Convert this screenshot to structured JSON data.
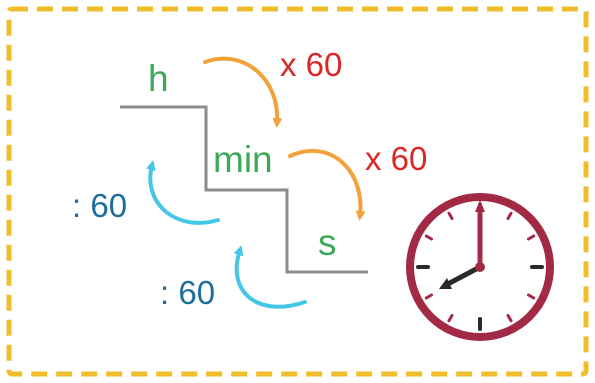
{
  "colors": {
    "border": "#F0BE2B",
    "unit": "#3BA95A",
    "multiply": "#D92626",
    "divide": "#1F6E9A",
    "arrow_down": "#F2A23A",
    "arrow_up": "#44C7E5",
    "stair": "#8C8C8C",
    "clock_ring": "#A32A45",
    "clock_hand_hour": "#2A2A2A",
    "clock_hand_minute": "#A32A45"
  },
  "units": {
    "hours": "h",
    "minutes": "min",
    "seconds": "s"
  },
  "conversions": {
    "h_to_min": "x 60",
    "min_to_s": "x 60",
    "min_to_h": ": 60",
    "s_to_min": ": 60"
  },
  "clock": {
    "time": "8:00"
  },
  "icons": [
    "arrow-down-curved-icon",
    "arrow-up-curved-icon",
    "clock-icon"
  ]
}
